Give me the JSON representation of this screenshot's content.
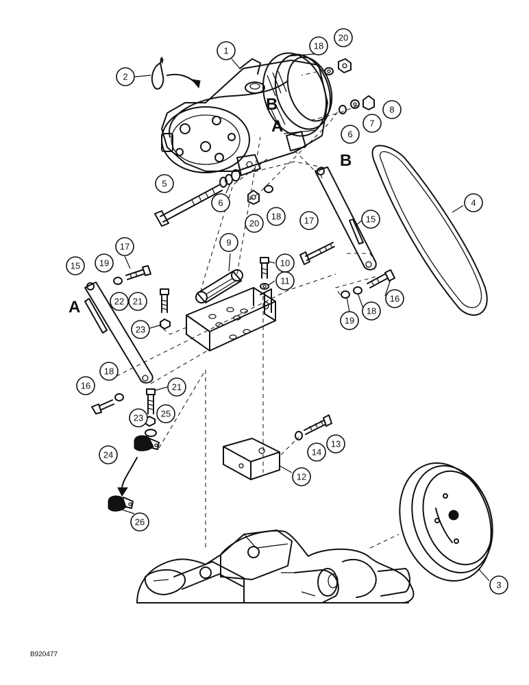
{
  "figure_id": "B920477",
  "section_letters": {
    "a": "A",
    "b": "B"
  },
  "callouts": [
    {
      "label": "1"
    },
    {
      "label": "2"
    },
    {
      "label": "20"
    },
    {
      "label": "18"
    },
    {
      "label": "6"
    },
    {
      "label": "7"
    },
    {
      "label": "8"
    },
    {
      "label": "5"
    },
    {
      "label": "6"
    },
    {
      "label": "20"
    },
    {
      "label": "18"
    },
    {
      "label": "4"
    },
    {
      "label": "15"
    },
    {
      "label": "17"
    },
    {
      "label": "9"
    },
    {
      "label": "17"
    },
    {
      "label": "10"
    },
    {
      "label": "11"
    },
    {
      "label": "15"
    },
    {
      "label": "19"
    },
    {
      "label": "22"
    },
    {
      "label": "21"
    },
    {
      "label": "23"
    },
    {
      "label": "16"
    },
    {
      "label": "18"
    },
    {
      "label": "19"
    },
    {
      "label": "16"
    },
    {
      "label": "18"
    },
    {
      "label": "21"
    },
    {
      "label": "23"
    },
    {
      "label": "25"
    },
    {
      "label": "24"
    },
    {
      "label": "13"
    },
    {
      "label": "14"
    },
    {
      "label": "12"
    },
    {
      "label": "26"
    },
    {
      "label": "3"
    }
  ]
}
